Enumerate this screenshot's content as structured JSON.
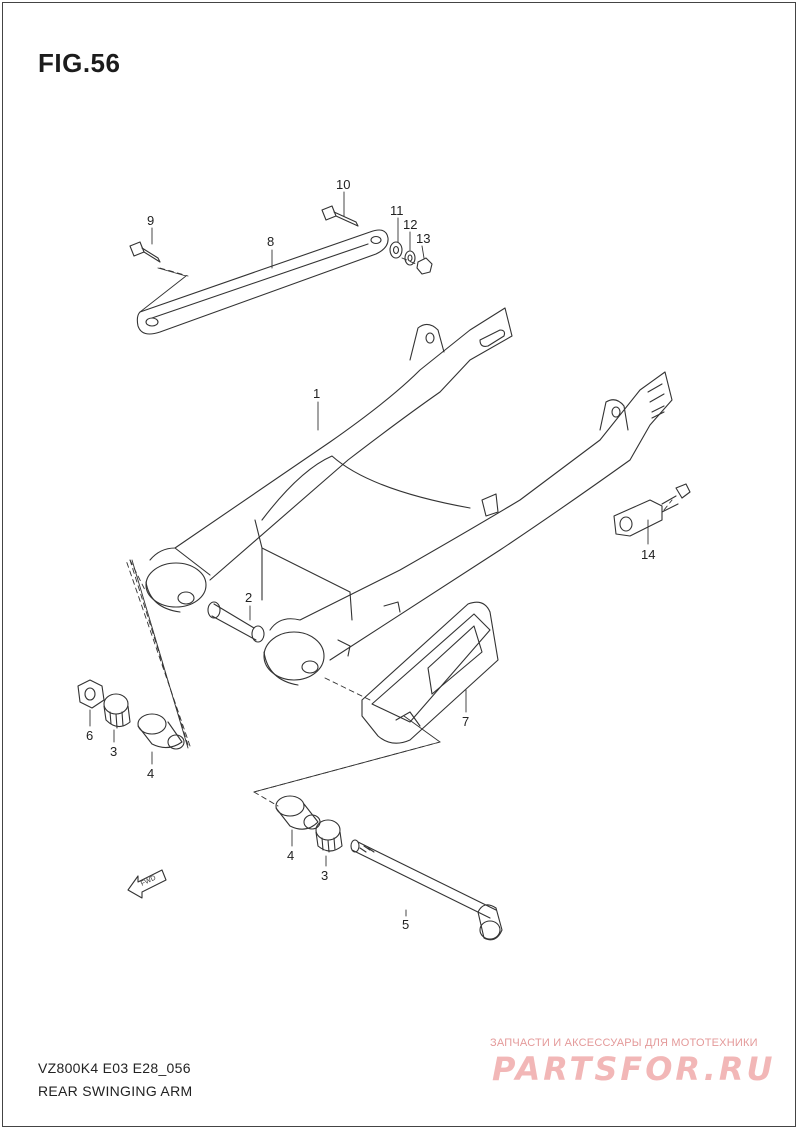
{
  "figure": {
    "title": "FIG.56",
    "model_code": "VZ800K4 E03 E28_056",
    "name": "REAR SWINGING ARM"
  },
  "callouts": [
    {
      "id": "c1",
      "label": "1"
    },
    {
      "id": "c2",
      "label": "2"
    },
    {
      "id": "c3a",
      "label": "3"
    },
    {
      "id": "c3b",
      "label": "3"
    },
    {
      "id": "c4a",
      "label": "4"
    },
    {
      "id": "c4b",
      "label": "4"
    },
    {
      "id": "c5",
      "label": "5"
    },
    {
      "id": "c6",
      "label": "6"
    },
    {
      "id": "c7",
      "label": "7"
    },
    {
      "id": "c8",
      "label": "8"
    },
    {
      "id": "c9",
      "label": "9"
    },
    {
      "id": "c10",
      "label": "10"
    },
    {
      "id": "c11",
      "label": "11"
    },
    {
      "id": "c12",
      "label": "12"
    },
    {
      "id": "c13",
      "label": "13"
    },
    {
      "id": "c14",
      "label": "14"
    }
  ],
  "fwd_arrow": {
    "label": "FWD",
    "icon": "fwd-arrow-icon"
  },
  "watermark": {
    "tagline": "ЗАПЧАСТИ И АКСЕССУАРЫ ДЛЯ МОТОТЕХНИКИ",
    "logo": "PARTSFOR.RU",
    "color": "#e8a0a0"
  }
}
